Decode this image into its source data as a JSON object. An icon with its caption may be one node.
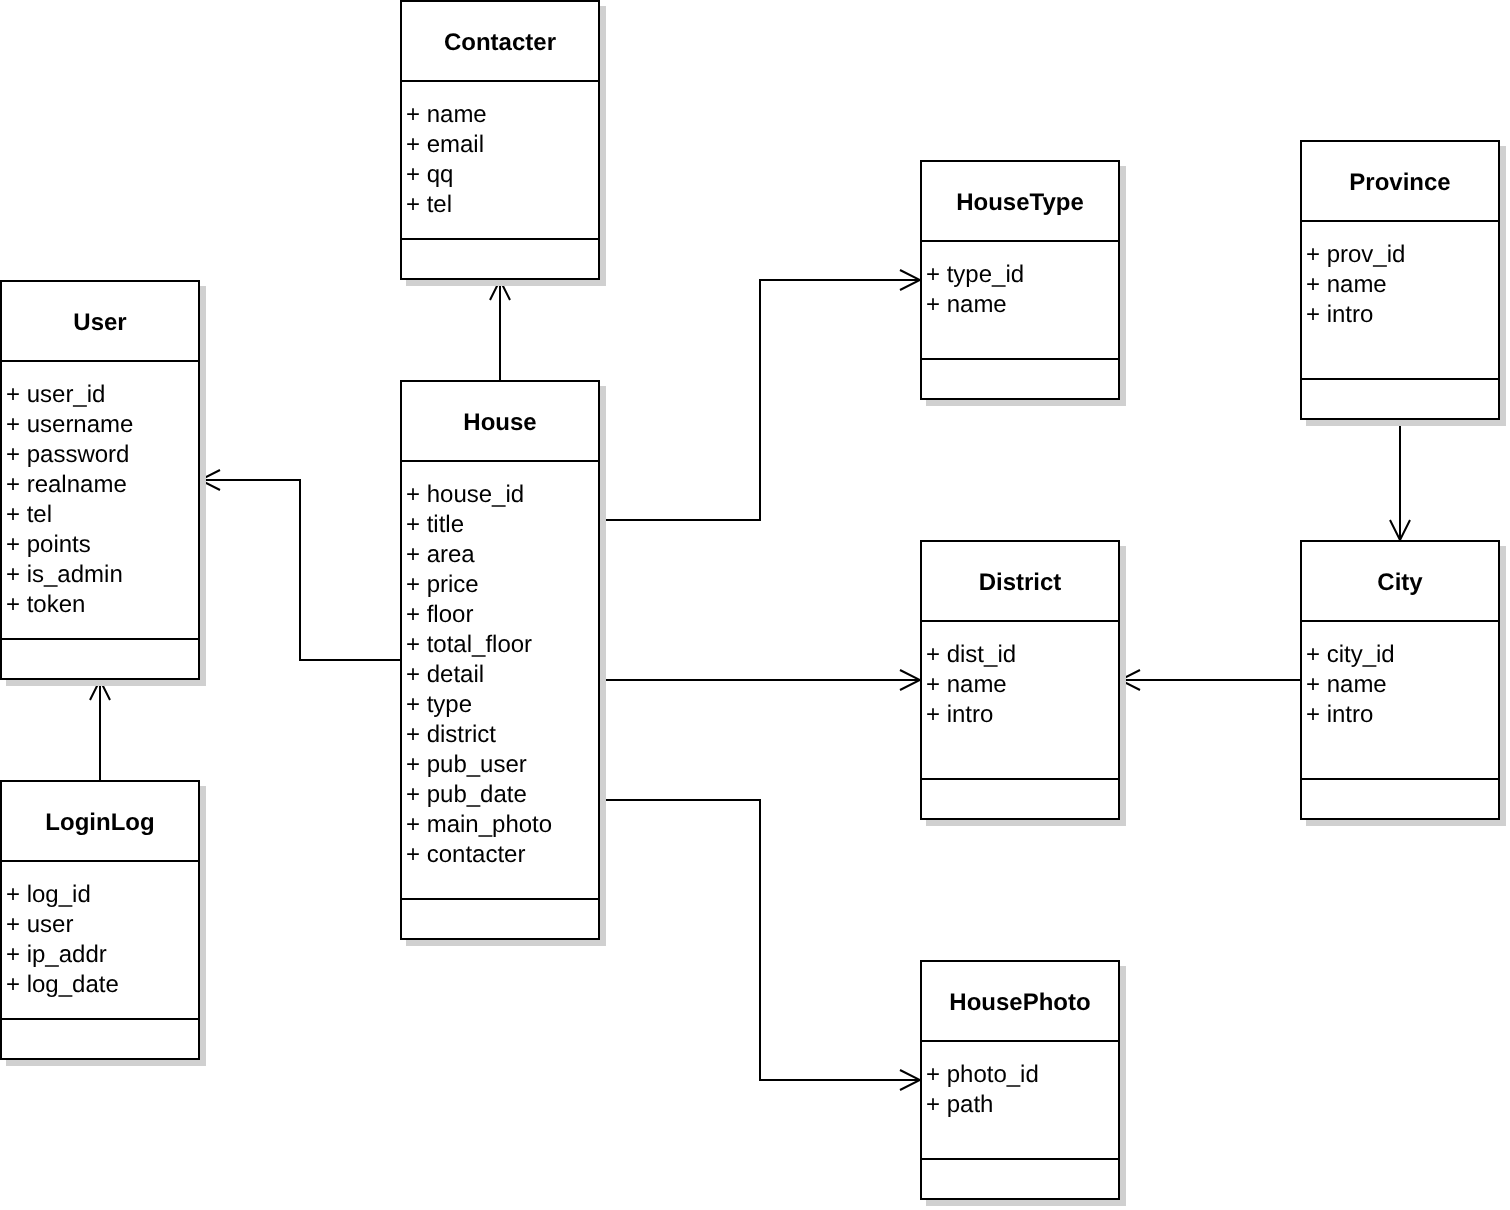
{
  "diagram": {
    "nodes": [
      {
        "text": [
          "Contacter",
          "+ name",
          "+ email",
          "+ qq",
          "+ tel"
        ]
      },
      {
        "text": [
          "User",
          "+ user_id",
          "+ username",
          "+ password",
          "+ realname",
          "+ tel",
          "+ points",
          "+ is_admin",
          "+ token"
        ]
      },
      {
        "text": [
          "House",
          "+ house_id",
          "+ title",
          "+ area",
          "+ price",
          "+ floor",
          "+ total_floor",
          "+ detail",
          "+ type",
          "+ district",
          "+ pub_user",
          "+ pub_date",
          "+ main_photo",
          "+ contacter"
        ]
      },
      {
        "text": [
          "HouseType",
          "+ type_id",
          "+ name"
        ]
      },
      {
        "text": [
          "Province",
          "+ prov_id",
          "+ name",
          "+ intro"
        ]
      },
      {
        "text": [
          "District",
          "+ dist_id",
          "+ name",
          "+ intro"
        ]
      },
      {
        "text": [
          "City",
          "+ city_id",
          "+ name",
          "+ intro"
        ]
      },
      {
        "text": [
          "LoginLog",
          "+ log_id",
          "+ user",
          "+ ip_addr",
          "+ log_date"
        ]
      },
      {
        "text": [
          "HousePhoto",
          "+ photo_id",
          "+ path"
        ]
      }
    ],
    "edges": [
      {
        "from": 2,
        "to": 0,
        "arrow": "to"
      },
      {
        "from": 2,
        "to": 1,
        "arrow": "to"
      },
      {
        "from": 7,
        "to": 1,
        "arrow": "to"
      },
      {
        "from": 2,
        "to": 3,
        "arrow": "to"
      },
      {
        "from": 2,
        "to": 5,
        "arrow": "to"
      },
      {
        "from": 2,
        "to": 8,
        "arrow": "to"
      },
      {
        "from": 4,
        "to": 6,
        "arrow": "to"
      },
      {
        "from": 6,
        "to": 5,
        "arrow": "to"
      }
    ]
  }
}
